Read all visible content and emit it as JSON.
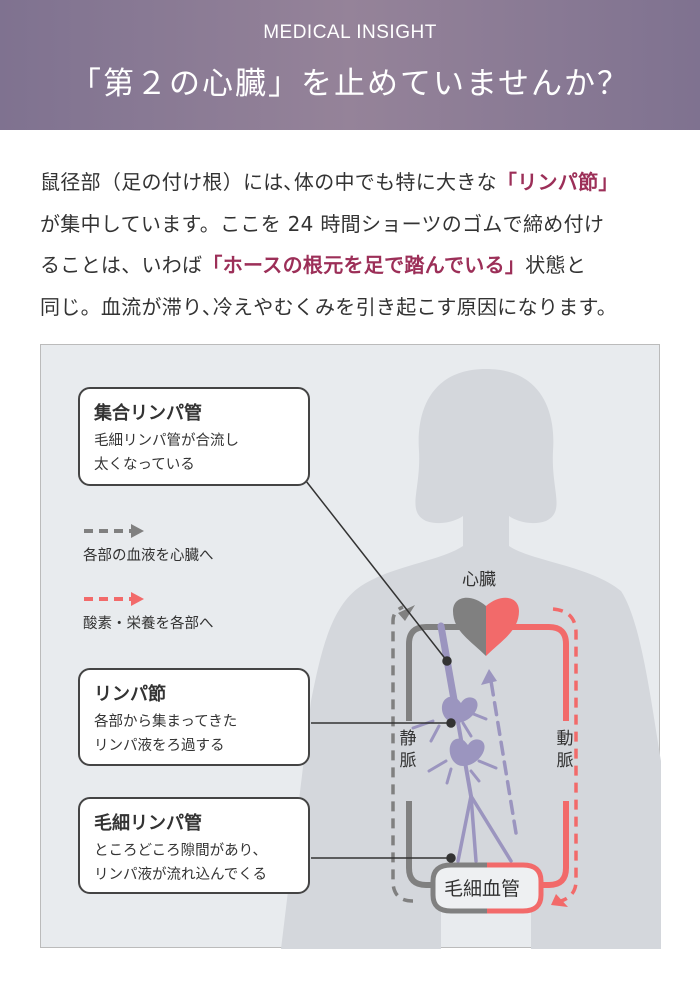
{
  "header": {
    "eyebrow": "MEDICAL INSIGHT",
    "title": "「第２の心臓」を止めていませんか？"
  },
  "body": {
    "l1a": "鼠径部（足の付け根）には､体の中でも特に大きな",
    "l1b": "「リンパ節」",
    "l2": "が集中しています。ここを 24 時間ショーツのゴムで締め付け",
    "l3a": "ることは、いわば",
    "l3b": "「ホースの根元を足で踏んでいる」",
    "l3c": "状態と",
    "l4": "同じ。血流が滞り､冷えやむくみを引き起こす原因になります。"
  },
  "diagram": {
    "callouts": [
      {
        "title": "集合リンパ管",
        "lines": [
          "毛細リンパ管が合流し",
          "太くなっている"
        ]
      },
      {
        "title": "リンパ節",
        "lines": [
          "各部から集まってきた",
          "リンパ液をろ過する"
        ]
      },
      {
        "title": "毛細リンパ管",
        "lines": [
          "ところどころ隙間があり、",
          "リンパ液が流れ込んでくる"
        ]
      }
    ],
    "legend": [
      {
        "label": "各部の血液を心臓へ",
        "color": "#808080"
      },
      {
        "label": "酸素・栄養を各部へ",
        "color": "#f26a6a"
      }
    ],
    "heart": "心臓",
    "vein": "静脈",
    "artery": "動脈",
    "capillary": "毛細血管",
    "colors": {
      "vein": "#808080",
      "artery": "#f26a6a",
      "lymph": "#9b95bf"
    }
  }
}
